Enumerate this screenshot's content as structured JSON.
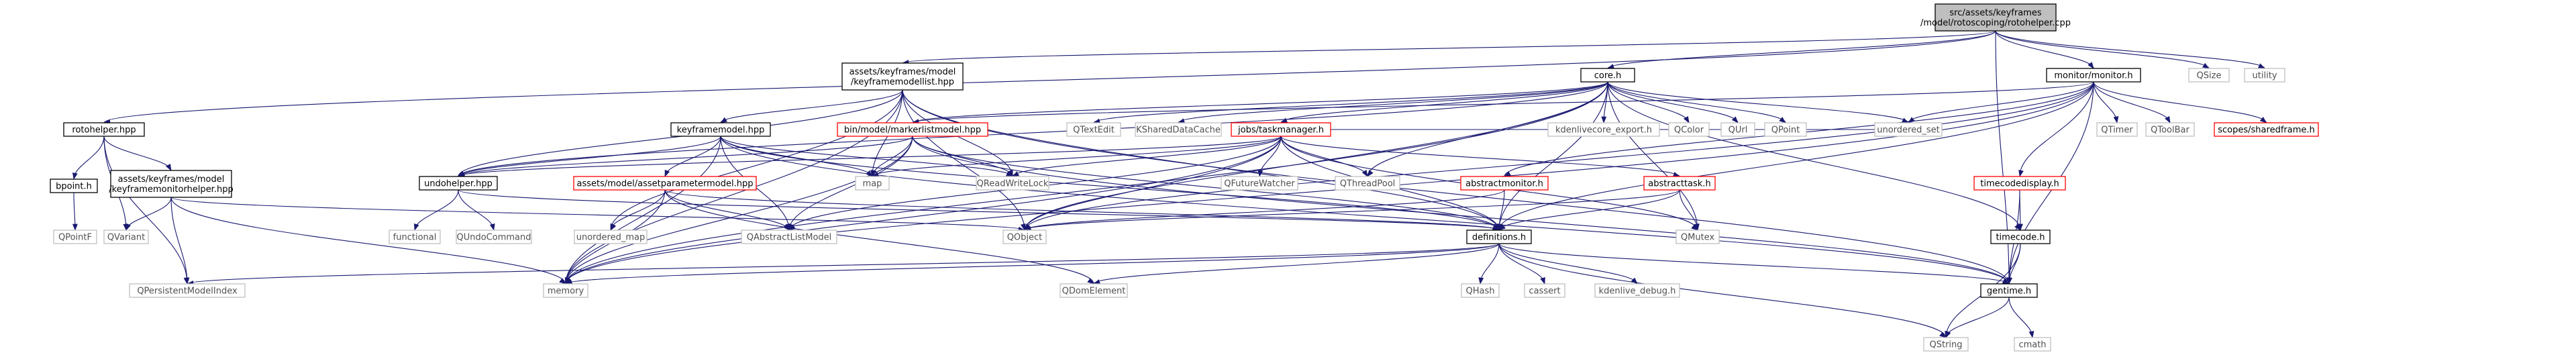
{
  "diagram": {
    "type": "include-dependency-graph",
    "colors": {
      "edge": "#191970",
      "root_fill": "#bfbfbf",
      "documented_border": "#000000",
      "undocumented_border": "#ff0000",
      "external_border": "#bfbfbf"
    },
    "nodes": [
      {
        "id": "root",
        "lines": [
          "src/assets/keyframes",
          "/model/rotoscoping/rotohelper.cpp"
        ],
        "kind": "root"
      },
      {
        "id": "kfmodellist",
        "lines": [
          "assets/keyframes/model",
          "/keyframemodellist.hpp"
        ],
        "kind": "doc"
      },
      {
        "id": "core",
        "lines": [
          "core.h"
        ],
        "kind": "doc"
      },
      {
        "id": "monitor",
        "lines": [
          "monitor/monitor.h"
        ],
        "kind": "doc"
      },
      {
        "id": "qsize",
        "lines": [
          "QSize"
        ],
        "kind": "ext"
      },
      {
        "id": "utility",
        "lines": [
          "utility"
        ],
        "kind": "ext"
      },
      {
        "id": "rotohelper",
        "lines": [
          "rotohelper.hpp"
        ],
        "kind": "doc"
      },
      {
        "id": "keyframemodel",
        "lines": [
          "keyframemodel.hpp"
        ],
        "kind": "doc"
      },
      {
        "id": "markerlist",
        "lines": [
          "bin/model/markerlistmodel.hpp"
        ],
        "kind": "red"
      },
      {
        "id": "qtextedit",
        "lines": [
          "QTextEdit"
        ],
        "kind": "ext"
      },
      {
        "id": "ksdc",
        "lines": [
          "KSharedDataCache"
        ],
        "kind": "ext"
      },
      {
        "id": "taskmanager",
        "lines": [
          "jobs/taskmanager.h"
        ],
        "kind": "red"
      },
      {
        "id": "kdenlivecore",
        "lines": [
          "kdenlivecore_export.h"
        ],
        "kind": "ext"
      },
      {
        "id": "qcolor",
        "lines": [
          "QColor"
        ],
        "kind": "ext"
      },
      {
        "id": "qurl",
        "lines": [
          "QUrl"
        ],
        "kind": "ext"
      },
      {
        "id": "qpoint",
        "lines": [
          "QPoint"
        ],
        "kind": "ext"
      },
      {
        "id": "unordered_set",
        "lines": [
          "unordered_set"
        ],
        "kind": "ext"
      },
      {
        "id": "qtimer",
        "lines": [
          "QTimer"
        ],
        "kind": "ext"
      },
      {
        "id": "qtoolbar",
        "lines": [
          "QToolBar"
        ],
        "kind": "ext"
      },
      {
        "id": "sharedframe",
        "lines": [
          "scopes/sharedframe.h"
        ],
        "kind": "red"
      },
      {
        "id": "bpoint",
        "lines": [
          "bpoint.h"
        ],
        "kind": "doc"
      },
      {
        "id": "kfmonitorhelper",
        "lines": [
          "assets/keyframes/model",
          "/keyframemonitorhelper.hpp"
        ],
        "kind": "doc"
      },
      {
        "id": "undohelper",
        "lines": [
          "undohelper.hpp"
        ],
        "kind": "doc"
      },
      {
        "id": "assetparam",
        "lines": [
          "assets/model/assetparametermodel.hpp"
        ],
        "kind": "red"
      },
      {
        "id": "map",
        "lines": [
          "map"
        ],
        "kind": "ext"
      },
      {
        "id": "qrwlock",
        "lines": [
          "QReadWriteLock"
        ],
        "kind": "ext"
      },
      {
        "id": "qfuturewatcher",
        "lines": [
          "QFutureWatcher"
        ],
        "kind": "ext"
      },
      {
        "id": "qthreadpool",
        "lines": [
          "QThreadPool"
        ],
        "kind": "ext"
      },
      {
        "id": "abstractmonitor",
        "lines": [
          "abstractmonitor.h"
        ],
        "kind": "red"
      },
      {
        "id": "abstracttask",
        "lines": [
          "abstracttask.h"
        ],
        "kind": "red"
      },
      {
        "id": "timecodedisplay",
        "lines": [
          "timecodedisplay.h"
        ],
        "kind": "red"
      },
      {
        "id": "qpointf",
        "lines": [
          "QPointF"
        ],
        "kind": "ext"
      },
      {
        "id": "qvariant",
        "lines": [
          "QVariant"
        ],
        "kind": "ext"
      },
      {
        "id": "functional",
        "lines": [
          "functional"
        ],
        "kind": "ext"
      },
      {
        "id": "qundocommand",
        "lines": [
          "QUndoCommand"
        ],
        "kind": "ext"
      },
      {
        "id": "unordered_map",
        "lines": [
          "unordered_map"
        ],
        "kind": "ext"
      },
      {
        "id": "qabslistmodel",
        "lines": [
          "QAbstractListModel"
        ],
        "kind": "ext"
      },
      {
        "id": "qobject",
        "lines": [
          "QObject"
        ],
        "kind": "ext"
      },
      {
        "id": "definitions",
        "lines": [
          "definitions.h"
        ],
        "kind": "doc"
      },
      {
        "id": "qmutex",
        "lines": [
          "QMutex"
        ],
        "kind": "ext"
      },
      {
        "id": "timecode",
        "lines": [
          "timecode.h"
        ],
        "kind": "doc"
      },
      {
        "id": "qpmi",
        "lines": [
          "QPersistentModelIndex"
        ],
        "kind": "ext"
      },
      {
        "id": "memory",
        "lines": [
          "memory"
        ],
        "kind": "ext"
      },
      {
        "id": "qdomelement",
        "lines": [
          "QDomElement"
        ],
        "kind": "ext"
      },
      {
        "id": "qhash",
        "lines": [
          "QHash"
        ],
        "kind": "ext"
      },
      {
        "id": "cassert",
        "lines": [
          "cassert"
        ],
        "kind": "ext"
      },
      {
        "id": "kdenlive_debug",
        "lines": [
          "kdenlive_debug.h"
        ],
        "kind": "ext"
      },
      {
        "id": "gentime",
        "lines": [
          "gentime.h"
        ],
        "kind": "doc"
      },
      {
        "id": "qstring",
        "lines": [
          "QString"
        ],
        "kind": "ext"
      },
      {
        "id": "cmath",
        "lines": [
          "cmath"
        ],
        "kind": "ext"
      }
    ],
    "edges": [
      [
        "root",
        "kfmodellist"
      ],
      [
        "root",
        "core"
      ],
      [
        "root",
        "monitor"
      ],
      [
        "root",
        "qsize"
      ],
      [
        "root",
        "utility"
      ],
      [
        "root",
        "rotohelper"
      ],
      [
        "root",
        "gentime"
      ],
      [
        "rotohelper",
        "bpoint"
      ],
      [
        "rotohelper",
        "kfmonitorhelper"
      ],
      [
        "rotohelper",
        "qvariant"
      ],
      [
        "rotohelper",
        "qpmi"
      ],
      [
        "bpoint",
        "qpointf"
      ],
      [
        "kfmonitorhelper",
        "qvariant"
      ],
      [
        "kfmonitorhelper",
        "qpmi"
      ],
      [
        "kfmonitorhelper",
        "memory"
      ],
      [
        "kfmonitorhelper",
        "qobject"
      ],
      [
        "kfmodellist",
        "keyframemodel"
      ],
      [
        "kfmodellist",
        "undohelper"
      ],
      [
        "kfmodellist",
        "definitions"
      ],
      [
        "kfmodellist",
        "qrwlock"
      ],
      [
        "kfmodellist",
        "map"
      ],
      [
        "kfmodellist",
        "memory"
      ],
      [
        "kfmodellist",
        "qobject"
      ],
      [
        "kfmodellist",
        "unordered_map"
      ],
      [
        "kfmodellist",
        "gentime"
      ],
      [
        "keyframemodel",
        "assetparam"
      ],
      [
        "keyframemodel",
        "undohelper"
      ],
      [
        "keyframemodel",
        "definitions"
      ],
      [
        "keyframemodel",
        "gentime"
      ],
      [
        "keyframemodel",
        "qabslistmodel"
      ],
      [
        "keyframemodel",
        "qrwlock"
      ],
      [
        "keyframemodel",
        "map"
      ],
      [
        "keyframemodel",
        "memory"
      ],
      [
        "assetparam",
        "definitions"
      ],
      [
        "assetparam",
        "qabslistmodel"
      ],
      [
        "assetparam",
        "qdomelement"
      ],
      [
        "assetparam",
        "unordered_map"
      ],
      [
        "assetparam",
        "memory"
      ],
      [
        "undohelper",
        "functional"
      ],
      [
        "undohelper",
        "qundocommand"
      ],
      [
        "undohelper",
        "definitions"
      ],
      [
        "core",
        "markerlist"
      ],
      [
        "core",
        "taskmanager"
      ],
      [
        "core",
        "undohelper"
      ],
      [
        "core",
        "qtextedit"
      ],
      [
        "core",
        "ksdc"
      ],
      [
        "core",
        "kdenlivecore"
      ],
      [
        "core",
        "qcolor"
      ],
      [
        "core",
        "qurl"
      ],
      [
        "core",
        "qpoint"
      ],
      [
        "core",
        "unordered_set"
      ],
      [
        "core",
        "qthreadpool"
      ],
      [
        "core",
        "qmutex"
      ],
      [
        "core",
        "qobject"
      ],
      [
        "core",
        "timecode"
      ],
      [
        "core",
        "definitions"
      ],
      [
        "core",
        "memory"
      ],
      [
        "markerlist",
        "definitions"
      ],
      [
        "markerlist",
        "gentime"
      ],
      [
        "markerlist",
        "undohelper"
      ],
      [
        "markerlist",
        "qabslistmodel"
      ],
      [
        "markerlist",
        "qrwlock"
      ],
      [
        "markerlist",
        "map"
      ],
      [
        "markerlist",
        "memory"
      ],
      [
        "taskmanager",
        "abstracttask"
      ],
      [
        "taskmanager",
        "definitions"
      ],
      [
        "taskmanager",
        "undohelper"
      ],
      [
        "taskmanager",
        "qfuturewatcher"
      ],
      [
        "taskmanager",
        "qthreadpool"
      ],
      [
        "taskmanager",
        "qmutex"
      ],
      [
        "taskmanager",
        "qrwlock"
      ],
      [
        "taskmanager",
        "qobject"
      ],
      [
        "taskmanager",
        "map"
      ],
      [
        "taskmanager",
        "unordered_set"
      ],
      [
        "taskmanager",
        "memory"
      ],
      [
        "taskmanager",
        "qabslistmodel"
      ],
      [
        "abstracttask",
        "definitions"
      ],
      [
        "abstracttask",
        "qobject"
      ],
      [
        "abstracttask",
        "qmutex"
      ],
      [
        "abstractmonitor",
        "definitions"
      ],
      [
        "abstractmonitor",
        "qobject"
      ],
      [
        "monitor",
        "abstractmonitor"
      ],
      [
        "monitor",
        "qtimer"
      ],
      [
        "monitor",
        "qtoolbar"
      ],
      [
        "monitor",
        "sharedframe"
      ],
      [
        "monitor",
        "timecodedisplay"
      ],
      [
        "monitor",
        "definitions"
      ],
      [
        "monitor",
        "gentime"
      ],
      [
        "monitor",
        "unordered_set"
      ],
      [
        "monitor",
        "qobject"
      ],
      [
        "monitor",
        "memory"
      ],
      [
        "monitor",
        "markerlist"
      ],
      [
        "timecodedisplay",
        "timecode"
      ],
      [
        "timecodedisplay",
        "gentime"
      ],
      [
        "timecode",
        "gentime"
      ],
      [
        "timecode",
        "qstring"
      ],
      [
        "definitions",
        "gentime"
      ],
      [
        "definitions",
        "qpmi"
      ],
      [
        "definitions",
        "memory"
      ],
      [
        "definitions",
        "qdomelement"
      ],
      [
        "definitions",
        "qhash"
      ],
      [
        "definitions",
        "cassert"
      ],
      [
        "definitions",
        "kdenlive_debug"
      ],
      [
        "definitions",
        "qstring"
      ],
      [
        "gentime",
        "qstring"
      ],
      [
        "gentime",
        "cmath"
      ]
    ]
  }
}
